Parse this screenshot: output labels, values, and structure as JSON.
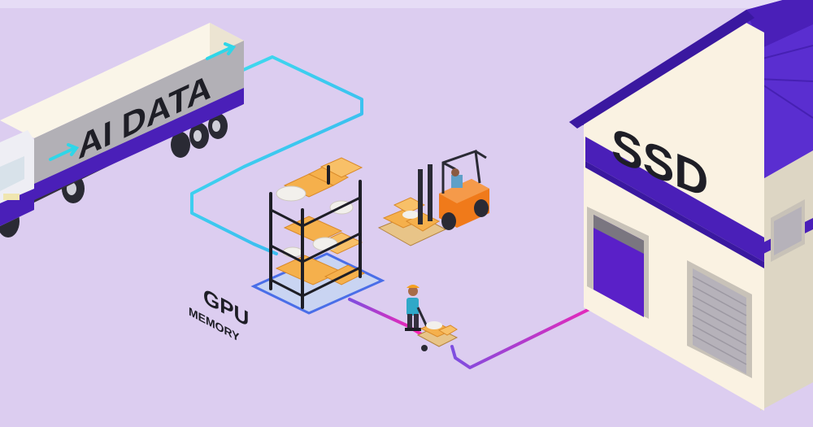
{
  "labels": {
    "truck": "AI DATA",
    "gpu_line1": "GPU",
    "gpu_line2": "MEMORY",
    "warehouse": "SSD"
  },
  "colors": {
    "background": "#dccdf0",
    "accent_purple": "#4a1fb8",
    "path_cyan": "#2fd6e8",
    "path_magenta": "#e020b8",
    "box_orange": "#f5b04c",
    "forklift_orange": "#f07a1a"
  },
  "icons": [
    "truck-icon",
    "shelf-rack-icon",
    "forklift-icon",
    "worker-icon",
    "pallet-jack-icon",
    "warehouse-icon",
    "arrow-icon"
  ]
}
